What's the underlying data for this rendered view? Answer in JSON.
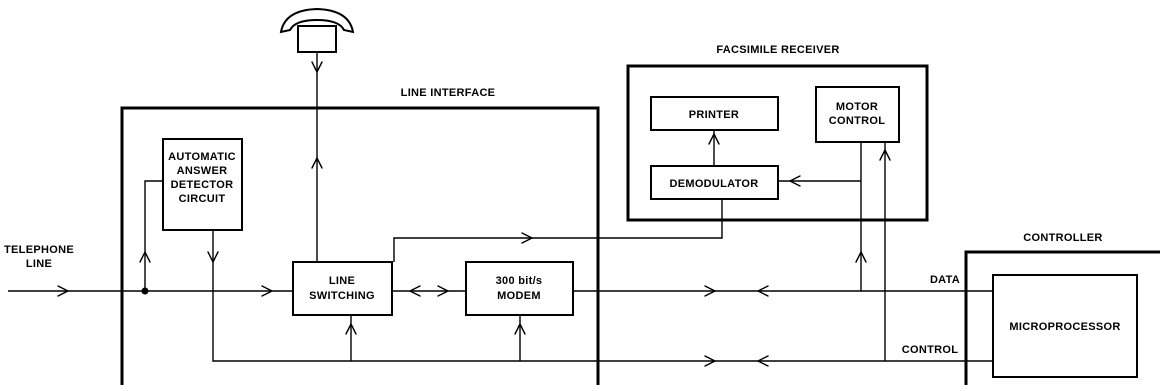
{
  "diagram": {
    "labels": {
      "facsimile_receiver": "FACSIMILE RECEIVER",
      "line_interface": "LINE INTERFACE",
      "controller": "CONTROLLER",
      "telephone_line": [
        "TELEPHONE",
        "LINE"
      ],
      "data": "DATA",
      "control": "CONTROL"
    },
    "blocks": {
      "answer_detector": [
        "AUTOMATIC",
        "ANSWER",
        "DETECTOR",
        "CIRCUIT"
      ],
      "line_switching": [
        "LINE",
        "SWITCHING"
      ],
      "modem": [
        "300 bit/s",
        "MODEM"
      ],
      "printer": [
        "PRINTER"
      ],
      "motor_control": [
        "MOTOR",
        "CONTROL"
      ],
      "demodulator": [
        "DEMODULATOR"
      ],
      "microprocessor": [
        "MICROPROCESSOR"
      ]
    },
    "icons": [
      "telephone-handset-icon"
    ]
  }
}
